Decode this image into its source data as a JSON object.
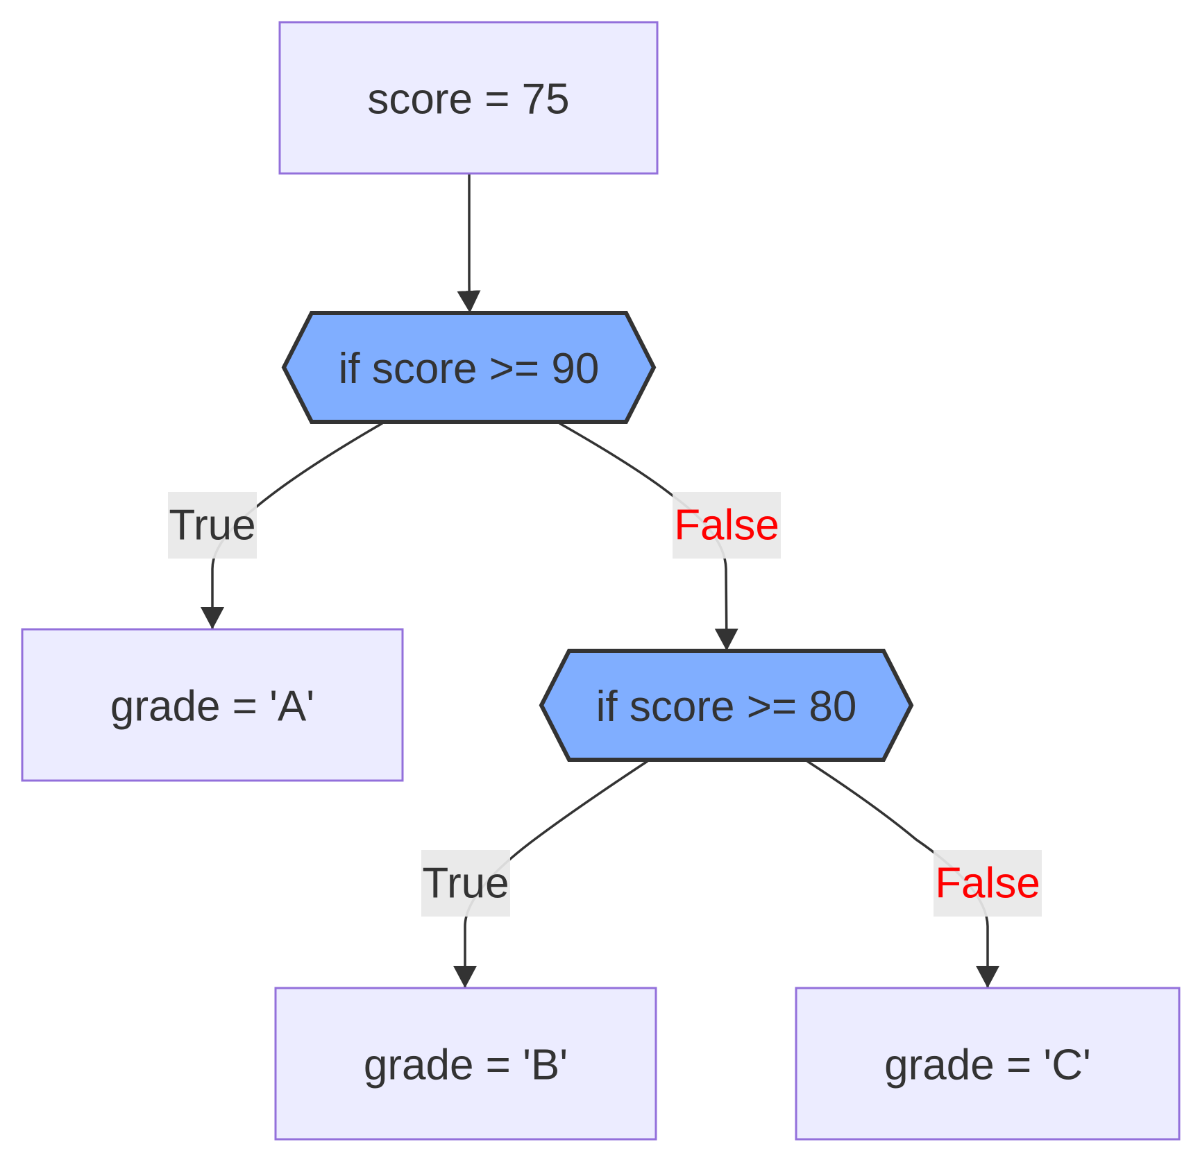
{
  "colors": {
    "process_fill": "#ececff",
    "process_stroke": "#9370db",
    "decision_fill": "#80aeff",
    "decision_stroke": "#333333",
    "text": "#333333",
    "edge": "#333333",
    "label_bg": "#e8e8e8",
    "true_text": "#333333",
    "false_text": "#ff0000"
  },
  "nodes": [
    {
      "id": "start",
      "shape": "process",
      "label": "score = 75"
    },
    {
      "id": "cond1",
      "shape": "decision",
      "label": "if score >= 90"
    },
    {
      "id": "gradeA",
      "shape": "process",
      "label": "grade = 'A'"
    },
    {
      "id": "cond2",
      "shape": "decision",
      "label": "if score >= 80"
    },
    {
      "id": "gradeB",
      "shape": "process",
      "label": "grade = 'B'"
    },
    {
      "id": "gradeC",
      "shape": "process",
      "label": "grade = 'C'"
    }
  ],
  "edges": [
    {
      "from": "start",
      "to": "cond1",
      "label": ""
    },
    {
      "from": "cond1",
      "to": "gradeA",
      "label": "True",
      "kind": "true"
    },
    {
      "from": "cond1",
      "to": "cond2",
      "label": "False",
      "kind": "false"
    },
    {
      "from": "cond2",
      "to": "gradeB",
      "label": "True",
      "kind": "true"
    },
    {
      "from": "cond2",
      "to": "gradeC",
      "label": "False",
      "kind": "false"
    }
  ]
}
